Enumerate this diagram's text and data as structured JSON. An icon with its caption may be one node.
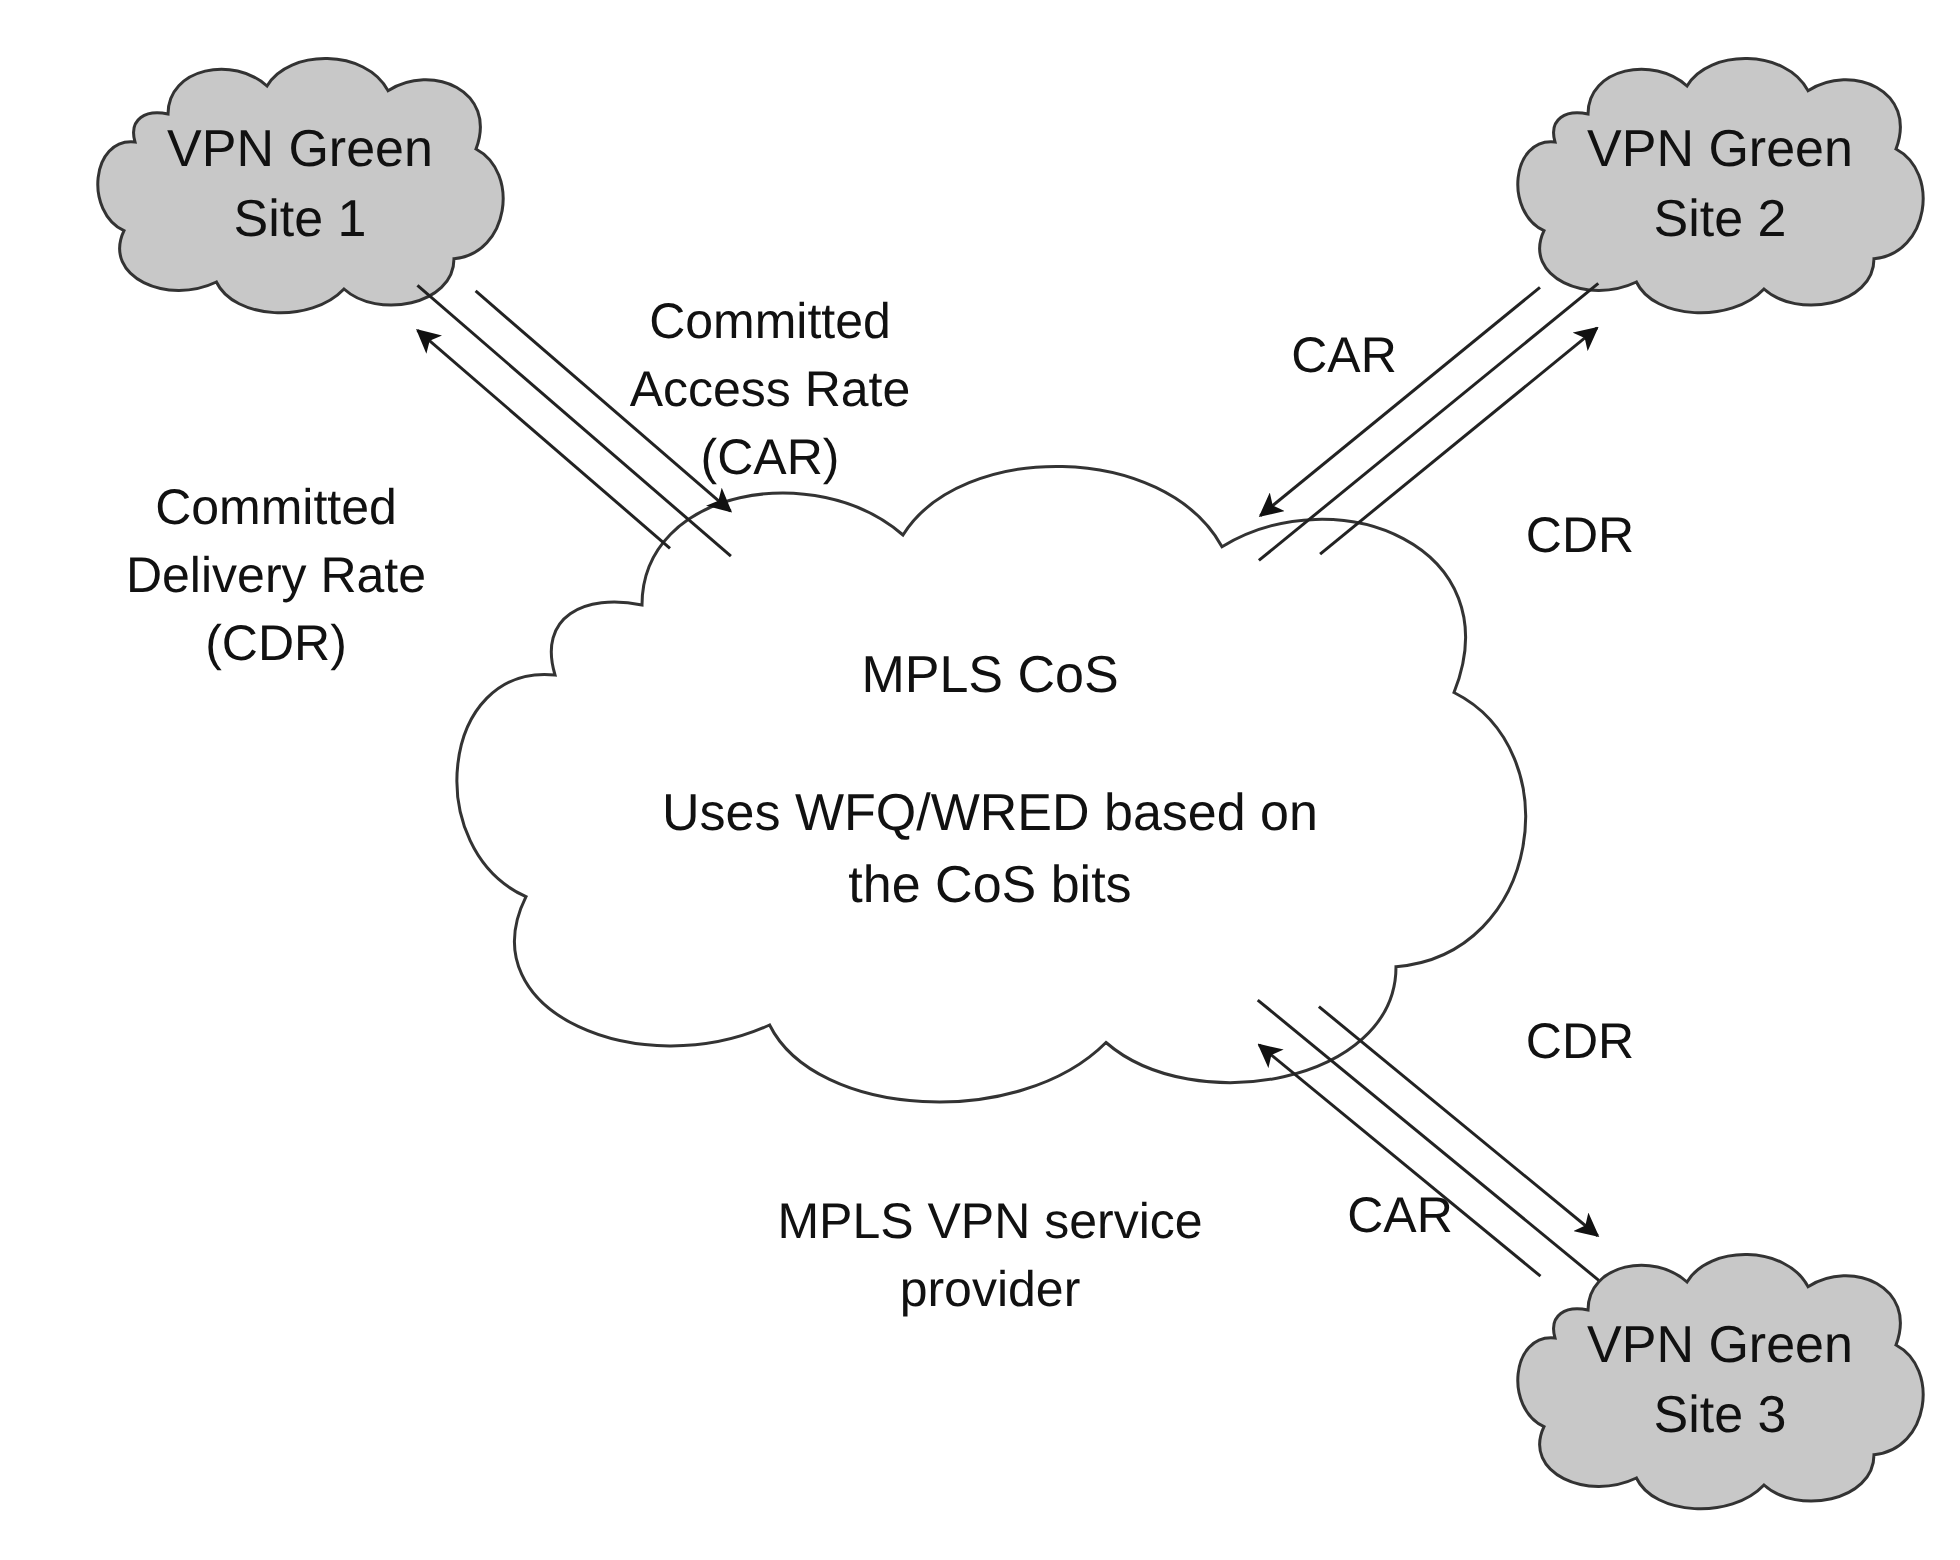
{
  "diagram": {
    "nodes": [
      {
        "text": [
          "VPN Green Site 1"
        ]
      },
      {
        "text": [
          "VPN Green Site 2"
        ]
      },
      {
        "text": [
          "MPLS CoS",
          "Uses WFQ/WRED based on the CoS bits"
        ]
      },
      {
        "text": [
          "VPN Green Site 3"
        ]
      }
    ],
    "edges": [
      {
        "from": 0,
        "to": 2,
        "arrow": "none"
      },
      {
        "from": 0,
        "to": 2,
        "arrow": "to",
        "label": "Committed Access Rate (CAR)"
      },
      {
        "from": 2,
        "to": 0,
        "arrow": "to",
        "label": "Committed Delivery Rate (CDR)"
      },
      {
        "from": 1,
        "to": 2,
        "arrow": "none"
      },
      {
        "from": 1,
        "to": 2,
        "arrow": "to",
        "label": "CAR"
      },
      {
        "from": 2,
        "to": 1,
        "arrow": "to",
        "label": "CDR"
      },
      {
        "from": 3,
        "to": 2,
        "arrow": "none"
      },
      {
        "from": 3,
        "to": 2,
        "arrow": "to",
        "label": "CAR"
      },
      {
        "from": 2,
        "to": 3,
        "arrow": "to",
        "label": "CDR"
      }
    ],
    "labels": [
      "MPLS VPN service provider"
    ]
  }
}
